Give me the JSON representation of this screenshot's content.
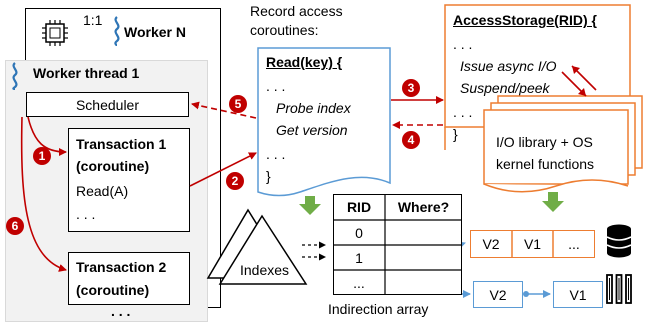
{
  "worker_n": {
    "ratio": "1:1",
    "label": "Worker N"
  },
  "worker_1": {
    "label": "Worker thread 1",
    "scheduler": "Scheduler"
  },
  "txn1": {
    "title_line1": "Transaction 1",
    "title_line2": "(coroutine)",
    "body_line1": "Read(A)",
    "body_line2": ". . ."
  },
  "txn2": {
    "title_line1": "Transaction 2",
    "title_line2": "(coroutine)"
  },
  "worker_ellipsis": ". . .",
  "record_access": {
    "caption_line1": "Record access",
    "caption_line2": "coroutines:"
  },
  "read_fn": {
    "title": "Read(key) {",
    "dots_top": ". . .",
    "line1": "Probe index",
    "line2": "Get version",
    "dots_bottom": ". . .",
    "close": "}"
  },
  "access_storage": {
    "title": "AccessStorage(RID) {",
    "dots_top": ". . .",
    "line1": "Issue async I/O",
    "line2": "Suspend/peek",
    "dots_bottom": ". . .",
    "close": "}"
  },
  "io_library": {
    "line1": "I/O library + OS",
    "line2": "kernel functions"
  },
  "steps": [
    "1",
    "2",
    "3",
    "4",
    "5",
    "6"
  ],
  "indexes_label": "Indexes",
  "indirection": {
    "caption": "Indirection array",
    "headers": [
      "RID",
      "Where?"
    ],
    "rows": [
      [
        "0",
        ""
      ],
      [
        "1",
        ""
      ],
      [
        "...",
        ""
      ]
    ]
  },
  "storage_chain": [
    "V2",
    "V1",
    "..."
  ],
  "memory_chain": [
    "V2",
    "V1"
  ],
  "colors": {
    "red": "#c00000",
    "orange": "#ed7d31",
    "blue": "#5b9bd5",
    "green": "#70ad47",
    "gray": "#f2f2f2"
  }
}
